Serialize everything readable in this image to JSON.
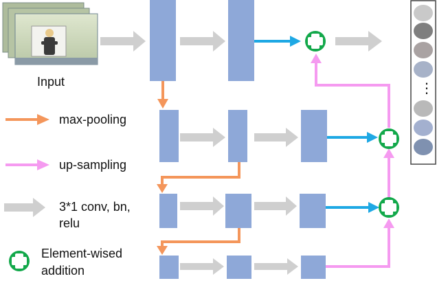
{
  "input": {
    "label": "Input"
  },
  "legend": {
    "max_pooling": "max-pooling",
    "up_sampling": "up-sampling",
    "conv_line1": "3*1 conv, bn,",
    "conv_line2": "relu",
    "addition_line1": "Element-wised",
    "addition_line2": "addition"
  },
  "output_stack": {
    "ellipsis": "⋮"
  },
  "colors": {
    "block": "#8ea8d8",
    "conv_arrow": "#cfcfcf",
    "pool_arrow": "#f4965b",
    "up_arrow": "#f59af0",
    "skip_arrow": "#1ea8e4",
    "add_node": "#12a84a",
    "output_circles": [
      "#c9c9c9",
      "#7f7f7f",
      "#a9a2a2",
      "#a7b2c8",
      "#b9b9b9",
      "#a3b0cf",
      "#7f91b0"
    ]
  }
}
